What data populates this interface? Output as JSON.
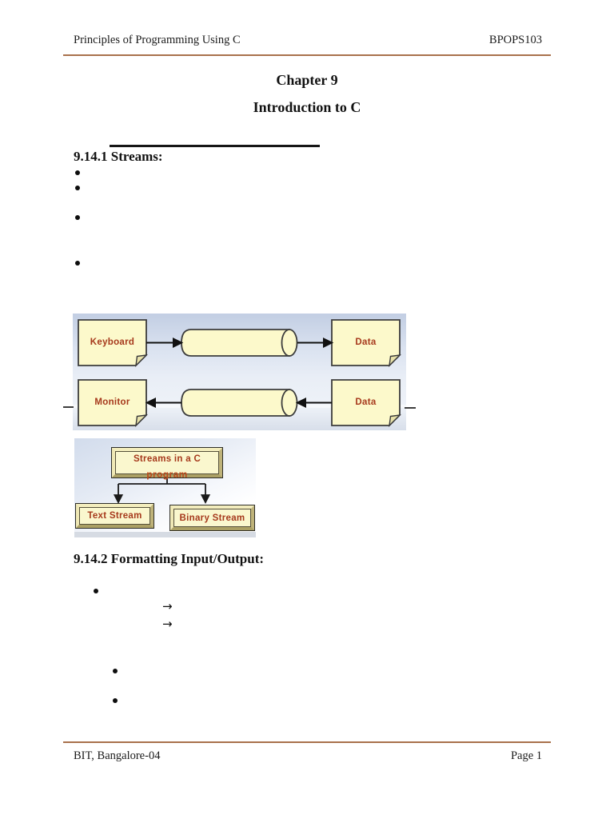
{
  "header": {
    "left": "Principles of Programming Using C",
    "right": "BPOPS103"
  },
  "title": {
    "chapter": "Chapter 9",
    "subtitle": "Introduction to C"
  },
  "sections": {
    "streams": {
      "heading": "9.14.1 Streams:"
    },
    "formatting": {
      "heading": "9.14.2 Formatting Input/Output:",
      "arrow_glyph": "→"
    }
  },
  "io_diagram": {
    "labels": {
      "keyboard": "Keyboard",
      "data_in": "Data",
      "monitor": "Monitor",
      "data_out": "Data"
    },
    "colors": {
      "background_top": "#C2CEE3",
      "background_bottom": "#D8DFEA",
      "node_fill": "#FCF9CB",
      "node_border": "#3C3C3C",
      "label_text": "#A6391C"
    }
  },
  "stream_types_diagram": {
    "root_line1": "Streams in a C",
    "root_line2": "program",
    "children": [
      {
        "label": "Text Stream"
      },
      {
        "label": "Binary Stream"
      }
    ],
    "colors": {
      "node_fill": "#FAF7CE",
      "label_text": "#A6391C",
      "overflow_text": "#BC4A1C"
    }
  },
  "footer": {
    "left": "BIT, Bangalore-04",
    "right": "Page 1"
  },
  "accent_rule_color": "#A9714C"
}
